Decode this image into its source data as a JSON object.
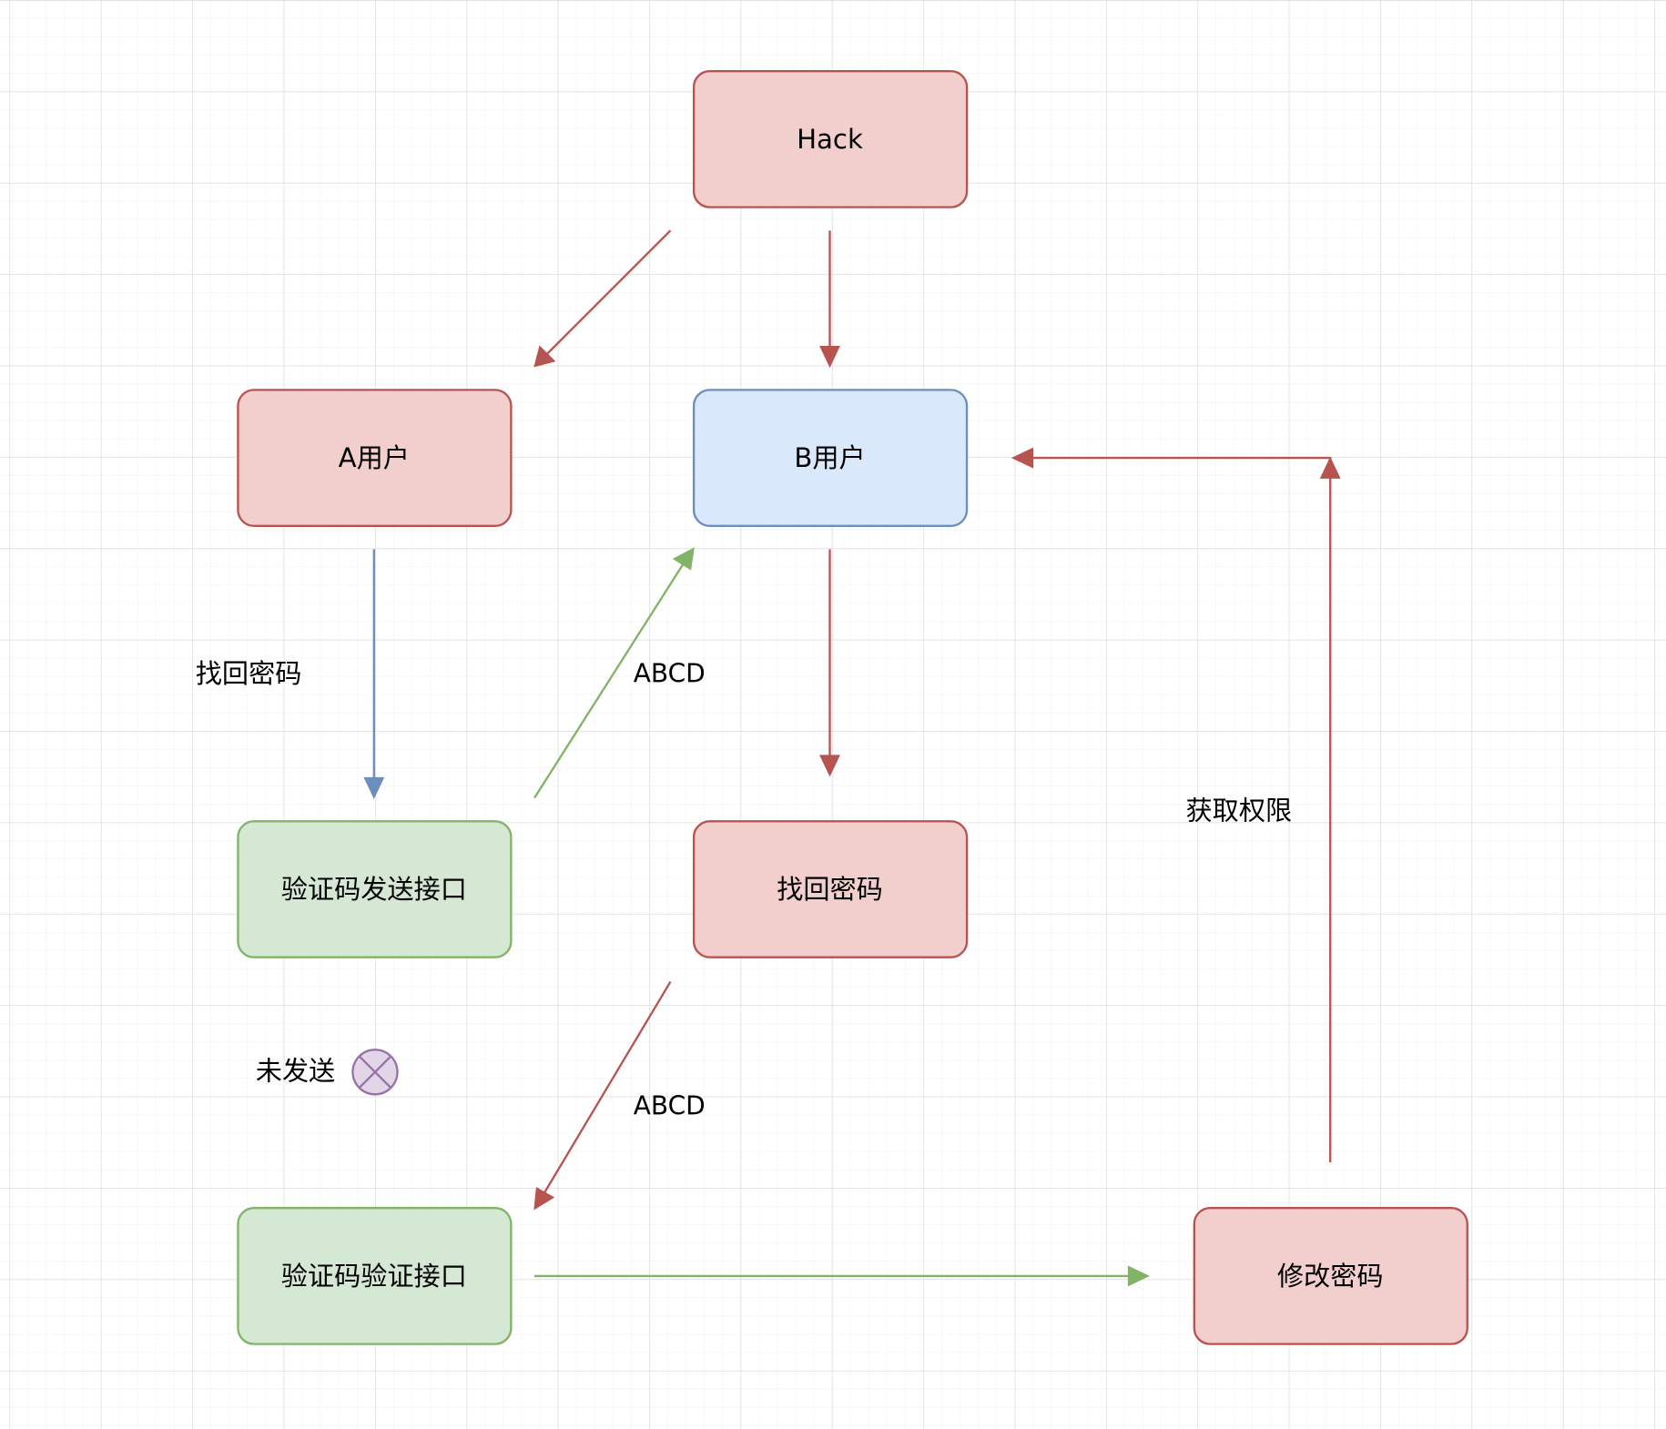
{
  "colors": {
    "red_fill": "#f2cfcd",
    "red_stroke": "#b85450",
    "blue_fill": "#dae8fc",
    "blue_stroke": "#6c8ebf",
    "green_fill": "#d5e8d4",
    "green_stroke": "#82b366",
    "purple_fill": "#e1d5e7",
    "purple_stroke": "#9673a6",
    "grid": "#e6e6e6"
  },
  "nodes": {
    "hack": "Hack",
    "user_a": "A用户",
    "user_b": "B用户",
    "code_send_api": "验证码发送接口",
    "retrieve_password": "找回密码",
    "code_verify_api": "验证码验证接口",
    "change_password": "修改密码"
  },
  "labels": {
    "a_retrieve_password": "找回密码",
    "abcd_upper": "ABCD",
    "abcd_lower": "ABCD",
    "gain_privilege": "获取权限",
    "not_sent": "未发送"
  },
  "icons": {
    "not_sent_marker": "x-circle-icon"
  }
}
